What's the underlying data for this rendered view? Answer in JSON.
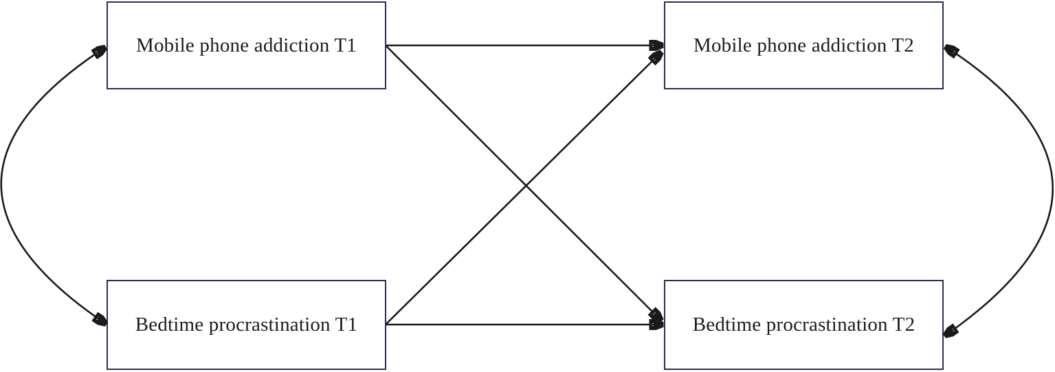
{
  "diagram": {
    "type": "cross-lagged-panel-path-diagram",
    "nodes": [
      {
        "id": "mpa_t1",
        "label": "Mobile phone addiction T1"
      },
      {
        "id": "mpa_t2",
        "label": "Mobile phone addiction T2"
      },
      {
        "id": "bp_t1",
        "label": "Bedtime procrastination T1"
      },
      {
        "id": "bp_t2",
        "label": "Bedtime procrastination T2"
      }
    ],
    "edges": [
      {
        "from": "mpa_t1",
        "to": "mpa_t2",
        "style": "straight",
        "heads": 1
      },
      {
        "from": "bp_t1",
        "to": "bp_t2",
        "style": "straight",
        "heads": 1
      },
      {
        "from": "mpa_t1",
        "to": "bp_t2",
        "style": "straight-diagonal",
        "heads": 1
      },
      {
        "from": "bp_t1",
        "to": "mpa_t2",
        "style": "straight-diagonal",
        "heads": 1
      },
      {
        "from": "mpa_t1",
        "to": "bp_t1",
        "style": "curved",
        "heads": 2
      },
      {
        "from": "mpa_t2",
        "to": "bp_t2",
        "style": "curved",
        "heads": 2
      }
    ],
    "colors": {
      "background": "#ffffff",
      "box_border": "#28304f",
      "box_fill": "#ffffff",
      "line": "#1a1a1a",
      "text": "#1c1c1c"
    }
  }
}
